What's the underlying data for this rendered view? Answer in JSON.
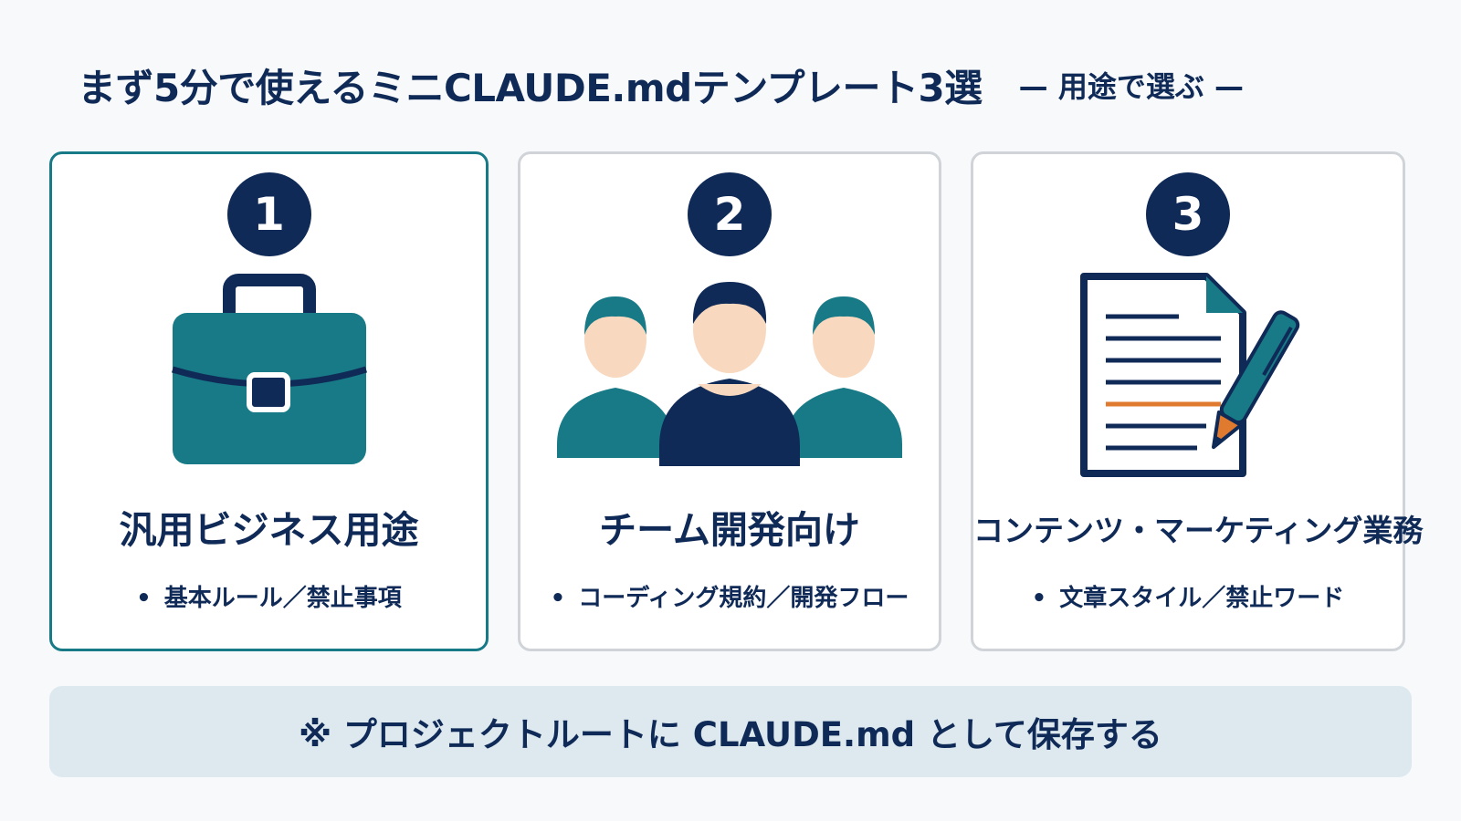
{
  "header": {
    "title": "まず5分で使えるミニCLAUDE.mdテンプレート3選",
    "subtitle": "— 用途で選ぶ —"
  },
  "cards": [
    {
      "number": "1",
      "title": "汎用ビジネス用途",
      "bullet": "基本ルール／禁止事項",
      "icon": "briefcase-icon",
      "selected": true
    },
    {
      "number": "2",
      "title": "チーム開発向け",
      "bullet": "コーディング規約／開発フロー",
      "icon": "team-icon",
      "selected": false
    },
    {
      "number": "3",
      "title": "コンテンツ・マーケティング業務",
      "bullet": "文章スタイル／禁止ワード",
      "icon": "document-pen-icon",
      "selected": false
    }
  ],
  "bullet_mark": "•",
  "note": "※ プロジェクトルートに CLAUDE.md として保存する",
  "colors": {
    "navy": "#0f2a57",
    "teal": "#177a86",
    "orange": "#e07a2e",
    "skin": "#f8d8be",
    "note_bg": "#dde9ef",
    "card_border": "#d0d4d8"
  }
}
